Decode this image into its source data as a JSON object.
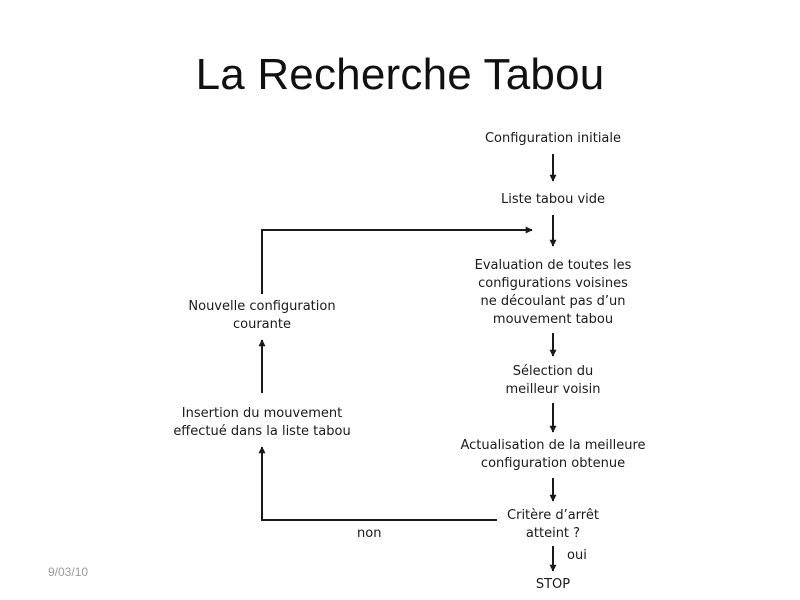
{
  "title": "La Recherche Tabou",
  "date": "9/03/10",
  "nodes": {
    "initial": [
      "Configuration initiale"
    ],
    "tabu_empty": [
      "Liste tabou vide"
    ],
    "evaluation": [
      "Evaluation de toutes les",
      "configurations voisines",
      "ne découlant pas d’un",
      "mouvement tabou"
    ],
    "selection": [
      "Sélection du",
      "meilleur voisin"
    ],
    "update": [
      "Actualisation de la meilleure",
      "configuration obtenue"
    ],
    "criterion": [
      "Critère d’arrêt",
      "atteint ?"
    ],
    "stop": [
      "STOP"
    ],
    "insertion": [
      "Insertion du mouvement",
      "effectué dans la liste tabou"
    ],
    "new_config": [
      "Nouvelle configuration",
      "courante"
    ]
  },
  "edge_labels": {
    "yes": "oui",
    "no": "non"
  },
  "colors": {
    "arrow": "#1a1a1a",
    "text": "#1a1a1a",
    "title": "#111111",
    "date": "#9a9a9a"
  }
}
